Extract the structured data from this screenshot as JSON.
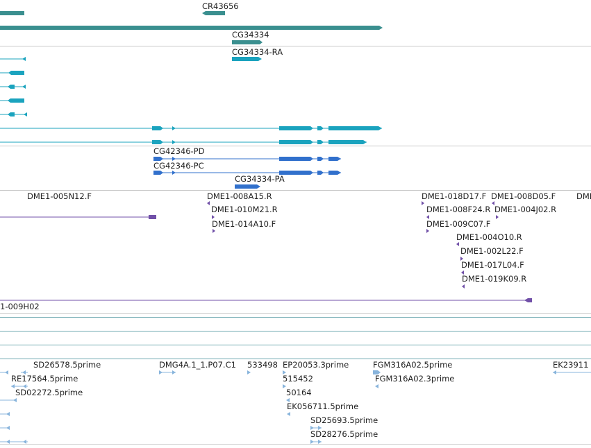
{
  "colors": {
    "teal": "#3a8f8f",
    "cyan": "#1aa3be",
    "blue": "#3170cc",
    "purple": "#7150a8",
    "light_blue": "#88b4dc",
    "separator": "#c8c8c8",
    "track_line": "#6fa9b0"
  },
  "tracks": {
    "genes": {
      "label_cr43656": "CR43656",
      "label_cg34334": "CG34334"
    },
    "transcripts": {
      "label_cg34334_ra": "CG34334-RA"
    },
    "proteins": {
      "label_pd": "CG42346-PD",
      "label_pc": "CG42346-PC",
      "label_pa": "CG34334-PA"
    },
    "clones": {
      "labels": [
        "DME1-005N12.F",
        "DME1-008A15.R",
        "DME1-010M21.R",
        "DME1-014A10.F",
        "DME1-018D17.F",
        "DME1-008D05.F",
        "DMI",
        "DME1-008F24.R",
        "DME1-004J02.R",
        "DME1-009C07.F",
        "DME1-004O10.R",
        "DME1-002L22.F",
        "DME1-017L04.F",
        "DME1-019K09.R",
        "1-009H02"
      ]
    },
    "ests": {
      "labels": [
        "SD26578.5prime",
        "DMG4A.1_1.P07.C1",
        "533498",
        "EP20053.3prime",
        "FGM316A02.5prime",
        "EK23911",
        "RE17564.5prime",
        "515452",
        "FGM316A02.3prime",
        "SD02272.5prime",
        "50164",
        "EK056711.5prime",
        "SD25693.5prime",
        "SD28276.5prime"
      ]
    }
  }
}
